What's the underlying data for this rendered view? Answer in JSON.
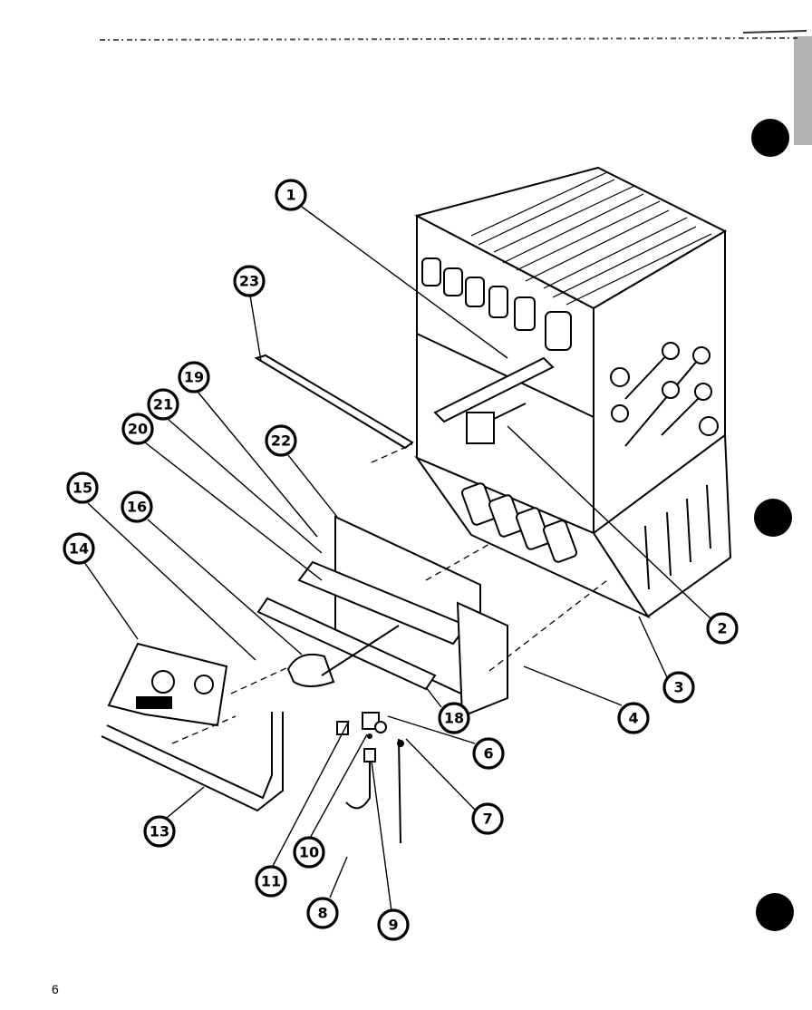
{
  "diagram": {
    "page_number": "6",
    "callouts": [
      {
        "id": "c1",
        "label": "1"
      },
      {
        "id": "c2",
        "label": "2"
      },
      {
        "id": "c3",
        "label": "3"
      },
      {
        "id": "c4",
        "label": "4"
      },
      {
        "id": "c6",
        "label": "6"
      },
      {
        "id": "c7",
        "label": "7"
      },
      {
        "id": "c8",
        "label": "8"
      },
      {
        "id": "c9",
        "label": "9"
      },
      {
        "id": "c10",
        "label": "10"
      },
      {
        "id": "c11",
        "label": "11"
      },
      {
        "id": "c13",
        "label": "13"
      },
      {
        "id": "c14",
        "label": "14"
      },
      {
        "id": "c15",
        "label": "15"
      },
      {
        "id": "c16",
        "label": "16"
      },
      {
        "id": "c18",
        "label": "18"
      },
      {
        "id": "c19",
        "label": "19"
      },
      {
        "id": "c20",
        "label": "20"
      },
      {
        "id": "c21",
        "label": "21"
      },
      {
        "id": "c22",
        "label": "22"
      },
      {
        "id": "c23",
        "label": "23"
      }
    ]
  }
}
